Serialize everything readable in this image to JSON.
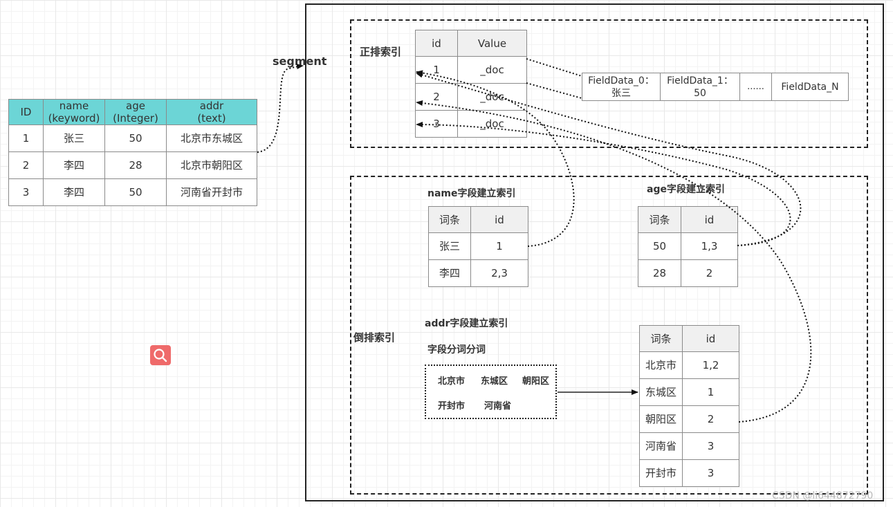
{
  "source_table": {
    "headers": [
      "ID",
      "name\n(keyword)",
      "age\n(Integer)",
      "addr\n(text)"
    ],
    "rows": [
      [
        "1",
        "张三",
        "50",
        "北京市东城区"
      ],
      [
        "2",
        "李四",
        "28",
        "北京市朝阳区"
      ],
      [
        "3",
        "李四",
        "50",
        "河南省开封市"
      ]
    ]
  },
  "segment_label": "segment",
  "forward_index": {
    "label": "正排索引",
    "headers": [
      "id",
      "Value"
    ],
    "rows": [
      [
        "1",
        "_doc"
      ],
      [
        "2",
        "_doc"
      ],
      [
        "3",
        "_doc"
      ]
    ],
    "field_data": [
      "FieldData_0：\n张三",
      "FieldData_1：\n50",
      "......",
      "FieldData_N"
    ]
  },
  "inverted_index": {
    "label": "倒排索引",
    "name_index": {
      "title": "name字段建立索引",
      "headers": [
        "词条",
        "id"
      ],
      "rows": [
        [
          "张三",
          "1"
        ],
        [
          "李四",
          "2,3"
        ]
      ]
    },
    "age_index": {
      "title": "age字段建立索引",
      "headers": [
        "词条",
        "id"
      ],
      "rows": [
        [
          "50",
          "1,3"
        ],
        [
          "28",
          "2"
        ]
      ]
    },
    "addr_index": {
      "title": "addr字段建立索引",
      "tokenize_label": "字段分词分词",
      "tokens": [
        "北京市",
        "东城区",
        "朝阳区",
        "开封市",
        "河南省"
      ],
      "headers": [
        "词条",
        "id"
      ],
      "rows": [
        [
          "北京市",
          "1,2"
        ],
        [
          "东城区",
          "1"
        ],
        [
          "朝阳区",
          "2"
        ],
        [
          "河南省",
          "3"
        ],
        [
          "开封市",
          "3"
        ]
      ]
    }
  },
  "watermark": "CSDN @li644872790",
  "icons": {
    "search": "search-icon"
  },
  "colors": {
    "source_header": "#6cd5d6",
    "search_button": "#ef6a6a"
  }
}
